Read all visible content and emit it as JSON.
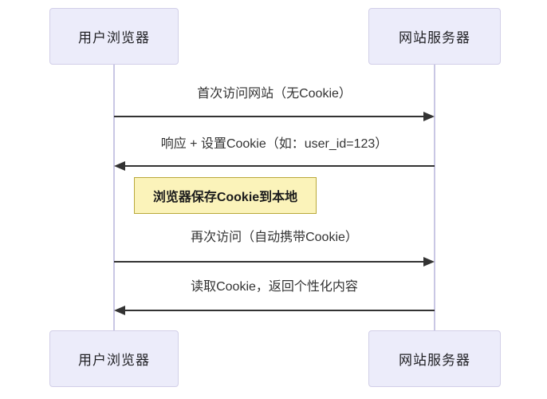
{
  "diagram": {
    "type": "sequence",
    "topic": "cookie-flow",
    "actors": {
      "browser": "用户浏览器",
      "server": "网站服务器"
    },
    "messages": [
      {
        "label": "首次访问网站（无Cookie）",
        "from": "browser",
        "to": "server",
        "direction": "right",
        "arrow": "solid-filled"
      },
      {
        "label": "响应 + 设置Cookie（如：user_id=123）",
        "from": "server",
        "to": "browser",
        "direction": "left",
        "arrow": "solid-filled"
      },
      {
        "label": "再次访问（自动携带Cookie）",
        "from": "browser",
        "to": "server",
        "direction": "right",
        "arrow": "solid-filled"
      },
      {
        "label": "读取Cookie，返回个性化内容",
        "from": "server",
        "to": "browser",
        "direction": "left",
        "arrow": "solid-filled"
      }
    ],
    "note": {
      "label": "浏览器保存Cookie到本地",
      "position": "right-of-browser"
    },
    "colors": {
      "background": "#FFFFFF",
      "actor_fill": "#ECECFA",
      "actor_border": "#D2CFE8",
      "lifeline": "#C9C7E4",
      "note_fill": "#FBF3BA",
      "note_border": "#B9A93B",
      "arrow": "#333333",
      "text": "#333333"
    }
  }
}
